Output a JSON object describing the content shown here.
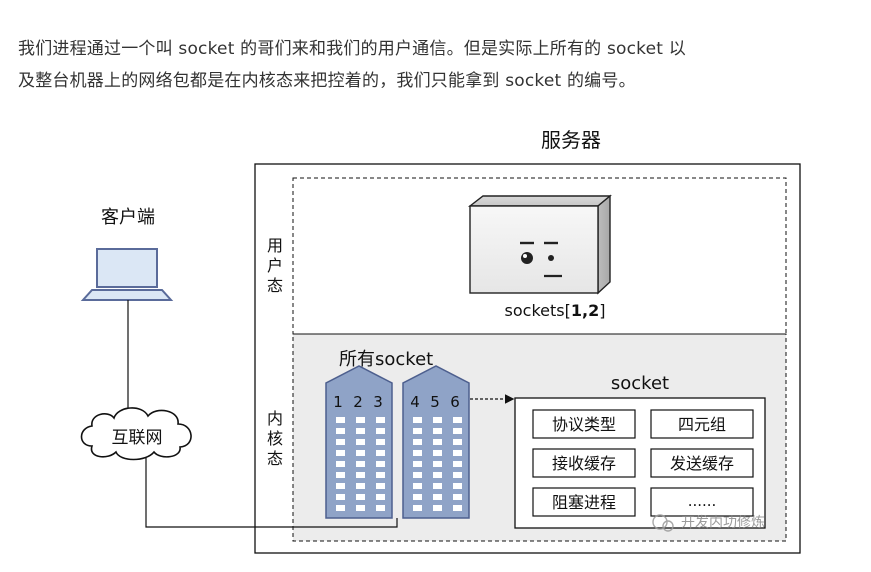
{
  "article": {
    "line1": "我们进程通过一个叫 socket 的哥们来和我们的用户通信。但是实际上所有的 socket 以",
    "line2": "及整台机器上的网络包都是在内核态来把控着的，我们只能拿到 socket 的编号。"
  },
  "diagram": {
    "server_title": "服务器",
    "client_label": "客户端",
    "internet_label": "互联网",
    "user_mode": [
      "用",
      "户",
      "态"
    ],
    "kernel_mode": [
      "内",
      "核",
      "态"
    ],
    "sockets_caption_prefix": "sockets[",
    "sockets_caption_values": "1,2",
    "sockets_caption_suffix": "]",
    "all_sockets_label": "所有socket",
    "building_left_numbers": [
      "1",
      "2",
      "3"
    ],
    "building_right_numbers": [
      "4",
      "5",
      "6"
    ],
    "socket_box_title": "socket",
    "socket_fields": [
      "协议类型",
      "四元组",
      "接收缓存",
      "发送缓存",
      "阻塞进程",
      "......"
    ],
    "watermark": "开发内功修炼"
  },
  "colors": {
    "laptop_stroke": "#5a6b9a",
    "laptop_screen": "#dbe7f5",
    "building_fill": "#8fa3c7",
    "building_stroke": "#4d5f8e",
    "kernel_fill": "#ececec",
    "window_fill": "#ffffff"
  }
}
